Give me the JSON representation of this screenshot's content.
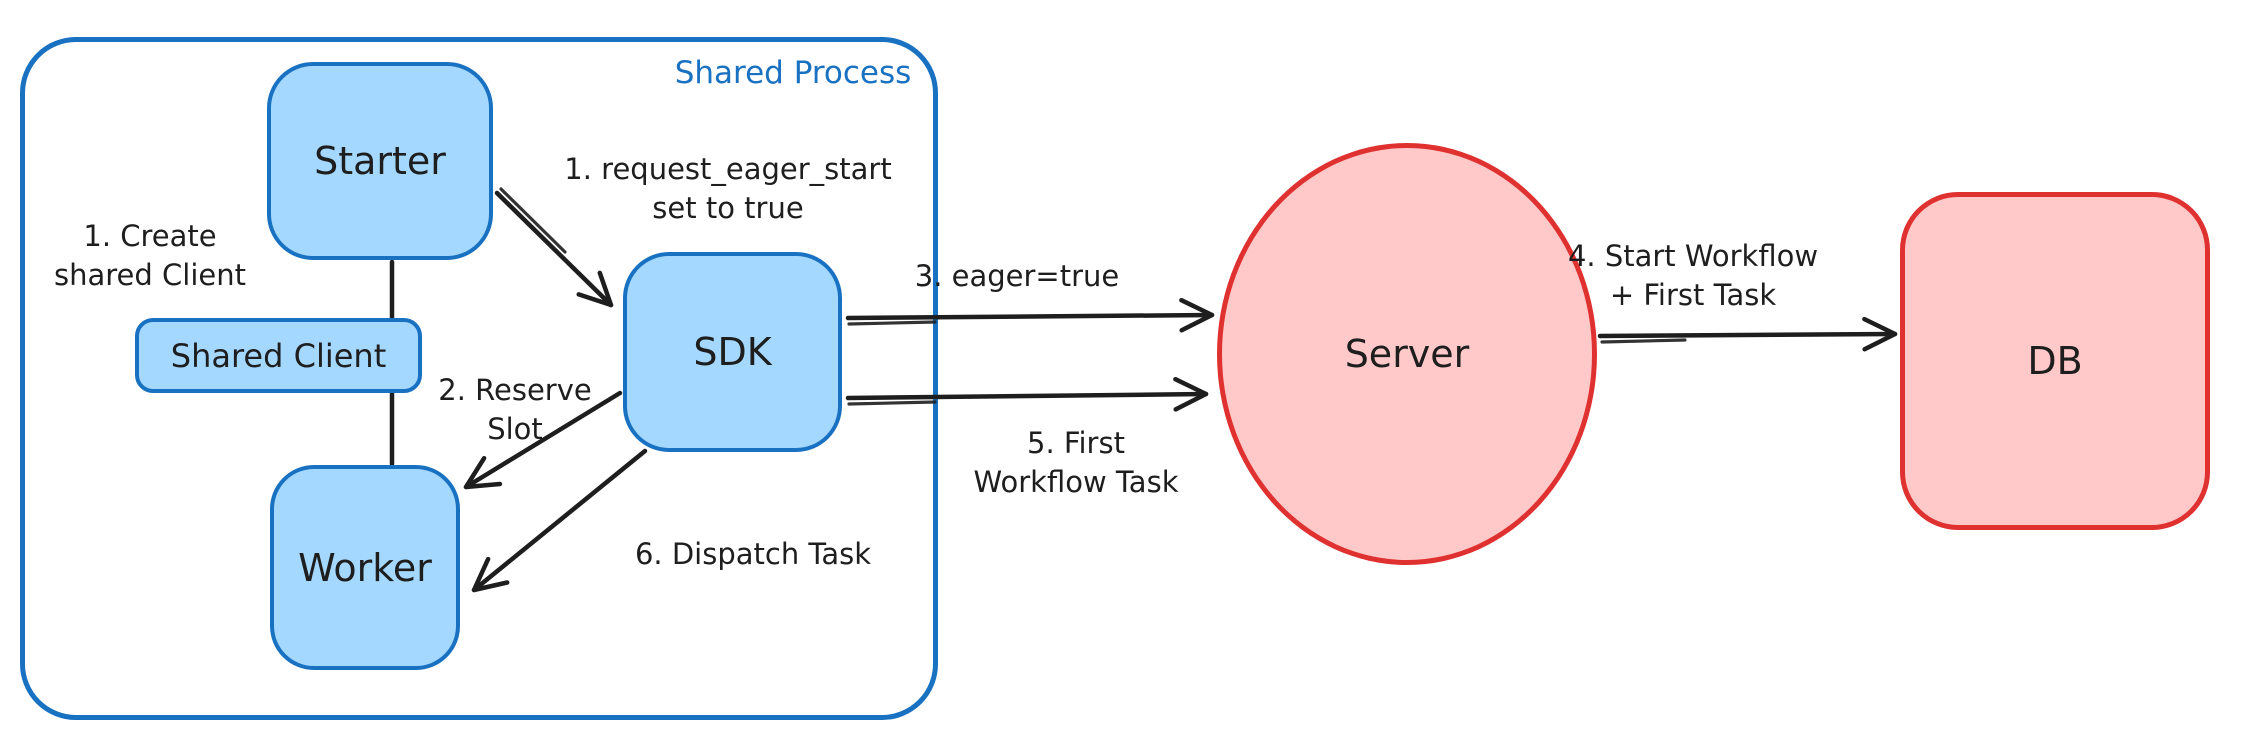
{
  "colors": {
    "blue-stroke": "#1971c2",
    "blue-fill": "#a5d8ff",
    "red-stroke": "#e03131",
    "red-fill": "#ffc9c9",
    "ink": "#1e1e1e",
    "canvas-bg": "#ffffff"
  },
  "container": {
    "label": "Shared Process"
  },
  "nodes": {
    "starter": {
      "label": "Starter"
    },
    "shared_client": {
      "label": "Shared Client"
    },
    "worker": {
      "label": "Worker"
    },
    "sdk": {
      "label": "SDK"
    },
    "server": {
      "label": "Server"
    },
    "db": {
      "label": "DB"
    }
  },
  "annotations": {
    "create_shared_client": "1. Create\nshared Client",
    "request_eager_start": "1. request_eager_start\nset to true",
    "reserve_slot": "2. Reserve\nSlot",
    "eager_true": "3. eager=true",
    "start_workflow": "4. Start Workflow\n+ First Task",
    "first_workflow_task": "5. First\nWorkflow Task",
    "dispatch_task": "6. Dispatch Task"
  }
}
